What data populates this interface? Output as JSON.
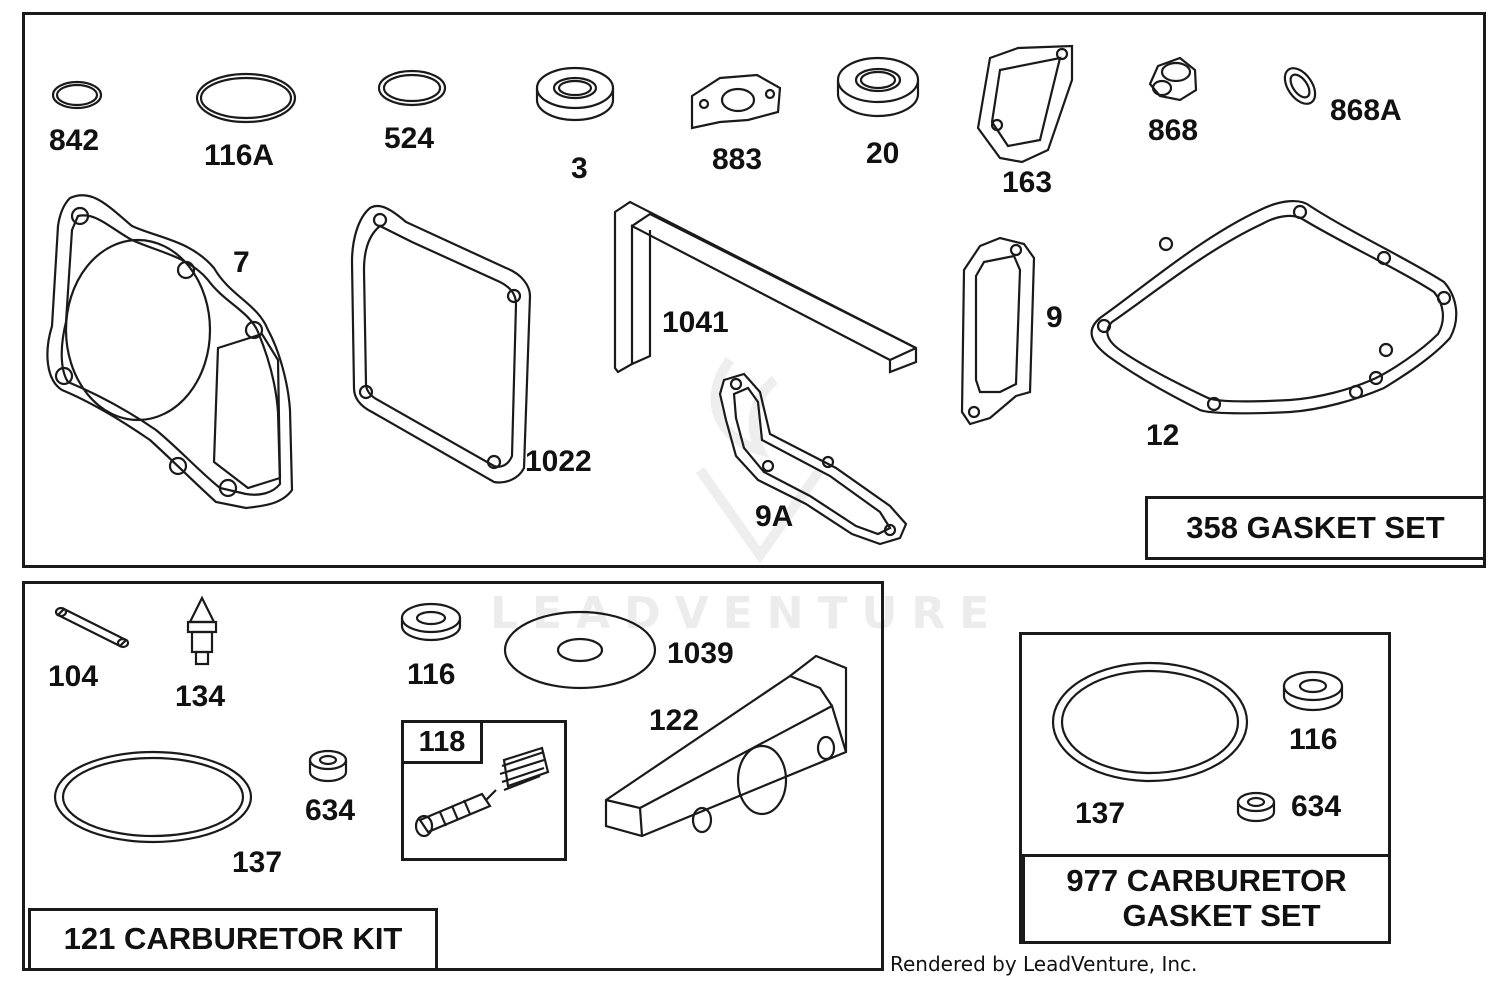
{
  "watermark": "LEADVENTURE",
  "credit": "Rendered by LeadVenture, Inc.",
  "kits": {
    "gasket_set": "358 GASKET SET",
    "carburetor_kit": "121 CARBURETOR KIT",
    "carb_gasket_set_line1": "977 CARBURETOR",
    "carb_gasket_set_line2": "GASKET SET"
  },
  "parts": {
    "p842": "842",
    "p116A": "116A",
    "p524": "524",
    "p3": "3",
    "p883": "883",
    "p20": "20",
    "p163": "163",
    "p868": "868",
    "p868A": "868A",
    "p7": "7",
    "p1041": "1041",
    "p9": "9",
    "p1022": "1022",
    "p12": "12",
    "p9A": "9A",
    "p104": "104",
    "p134": "134",
    "p116": "116",
    "p1039": "1039",
    "p122": "122",
    "p118": "118",
    "p634": "634",
    "p137": "137",
    "p116b": "116",
    "p137b": "137",
    "p634b": "634"
  }
}
